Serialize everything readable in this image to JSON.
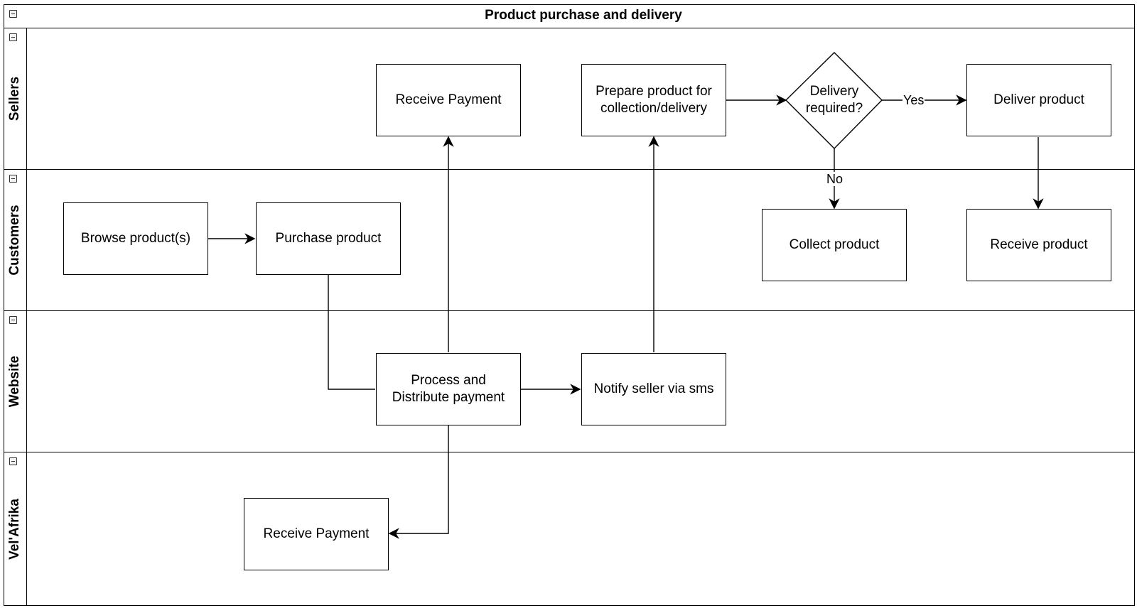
{
  "pool": {
    "title": "Product purchase and delivery"
  },
  "lanes": [
    {
      "id": "sellers",
      "label": "Sellers"
    },
    {
      "id": "customers",
      "label": "Customers"
    },
    {
      "id": "website",
      "label": "Website"
    },
    {
      "id": "velafrika",
      "label": "Vel'Afrika"
    }
  ],
  "nodes": {
    "seller_receive_payment": "Receive Payment",
    "prepare_product": "Prepare product for collection/delivery",
    "delivery_decision": "Delivery required?",
    "deliver_product": "Deliver product",
    "browse_products": "Browse product(s)",
    "purchase_product": "Purchase product",
    "collect_product": "Collect product",
    "receive_product": "Receive product",
    "process_payment": "Process and Distribute payment",
    "notify_seller": "Notify seller via sms",
    "velafrika_receive_payment": "Receive Payment"
  },
  "edge_labels": {
    "yes": "Yes",
    "no": "No"
  },
  "colors": {
    "stroke": "#000000",
    "background": "#ffffff",
    "button_fill": "#f2f2f2"
  },
  "icons": {
    "lane_toggle": "collapse-icon"
  }
}
